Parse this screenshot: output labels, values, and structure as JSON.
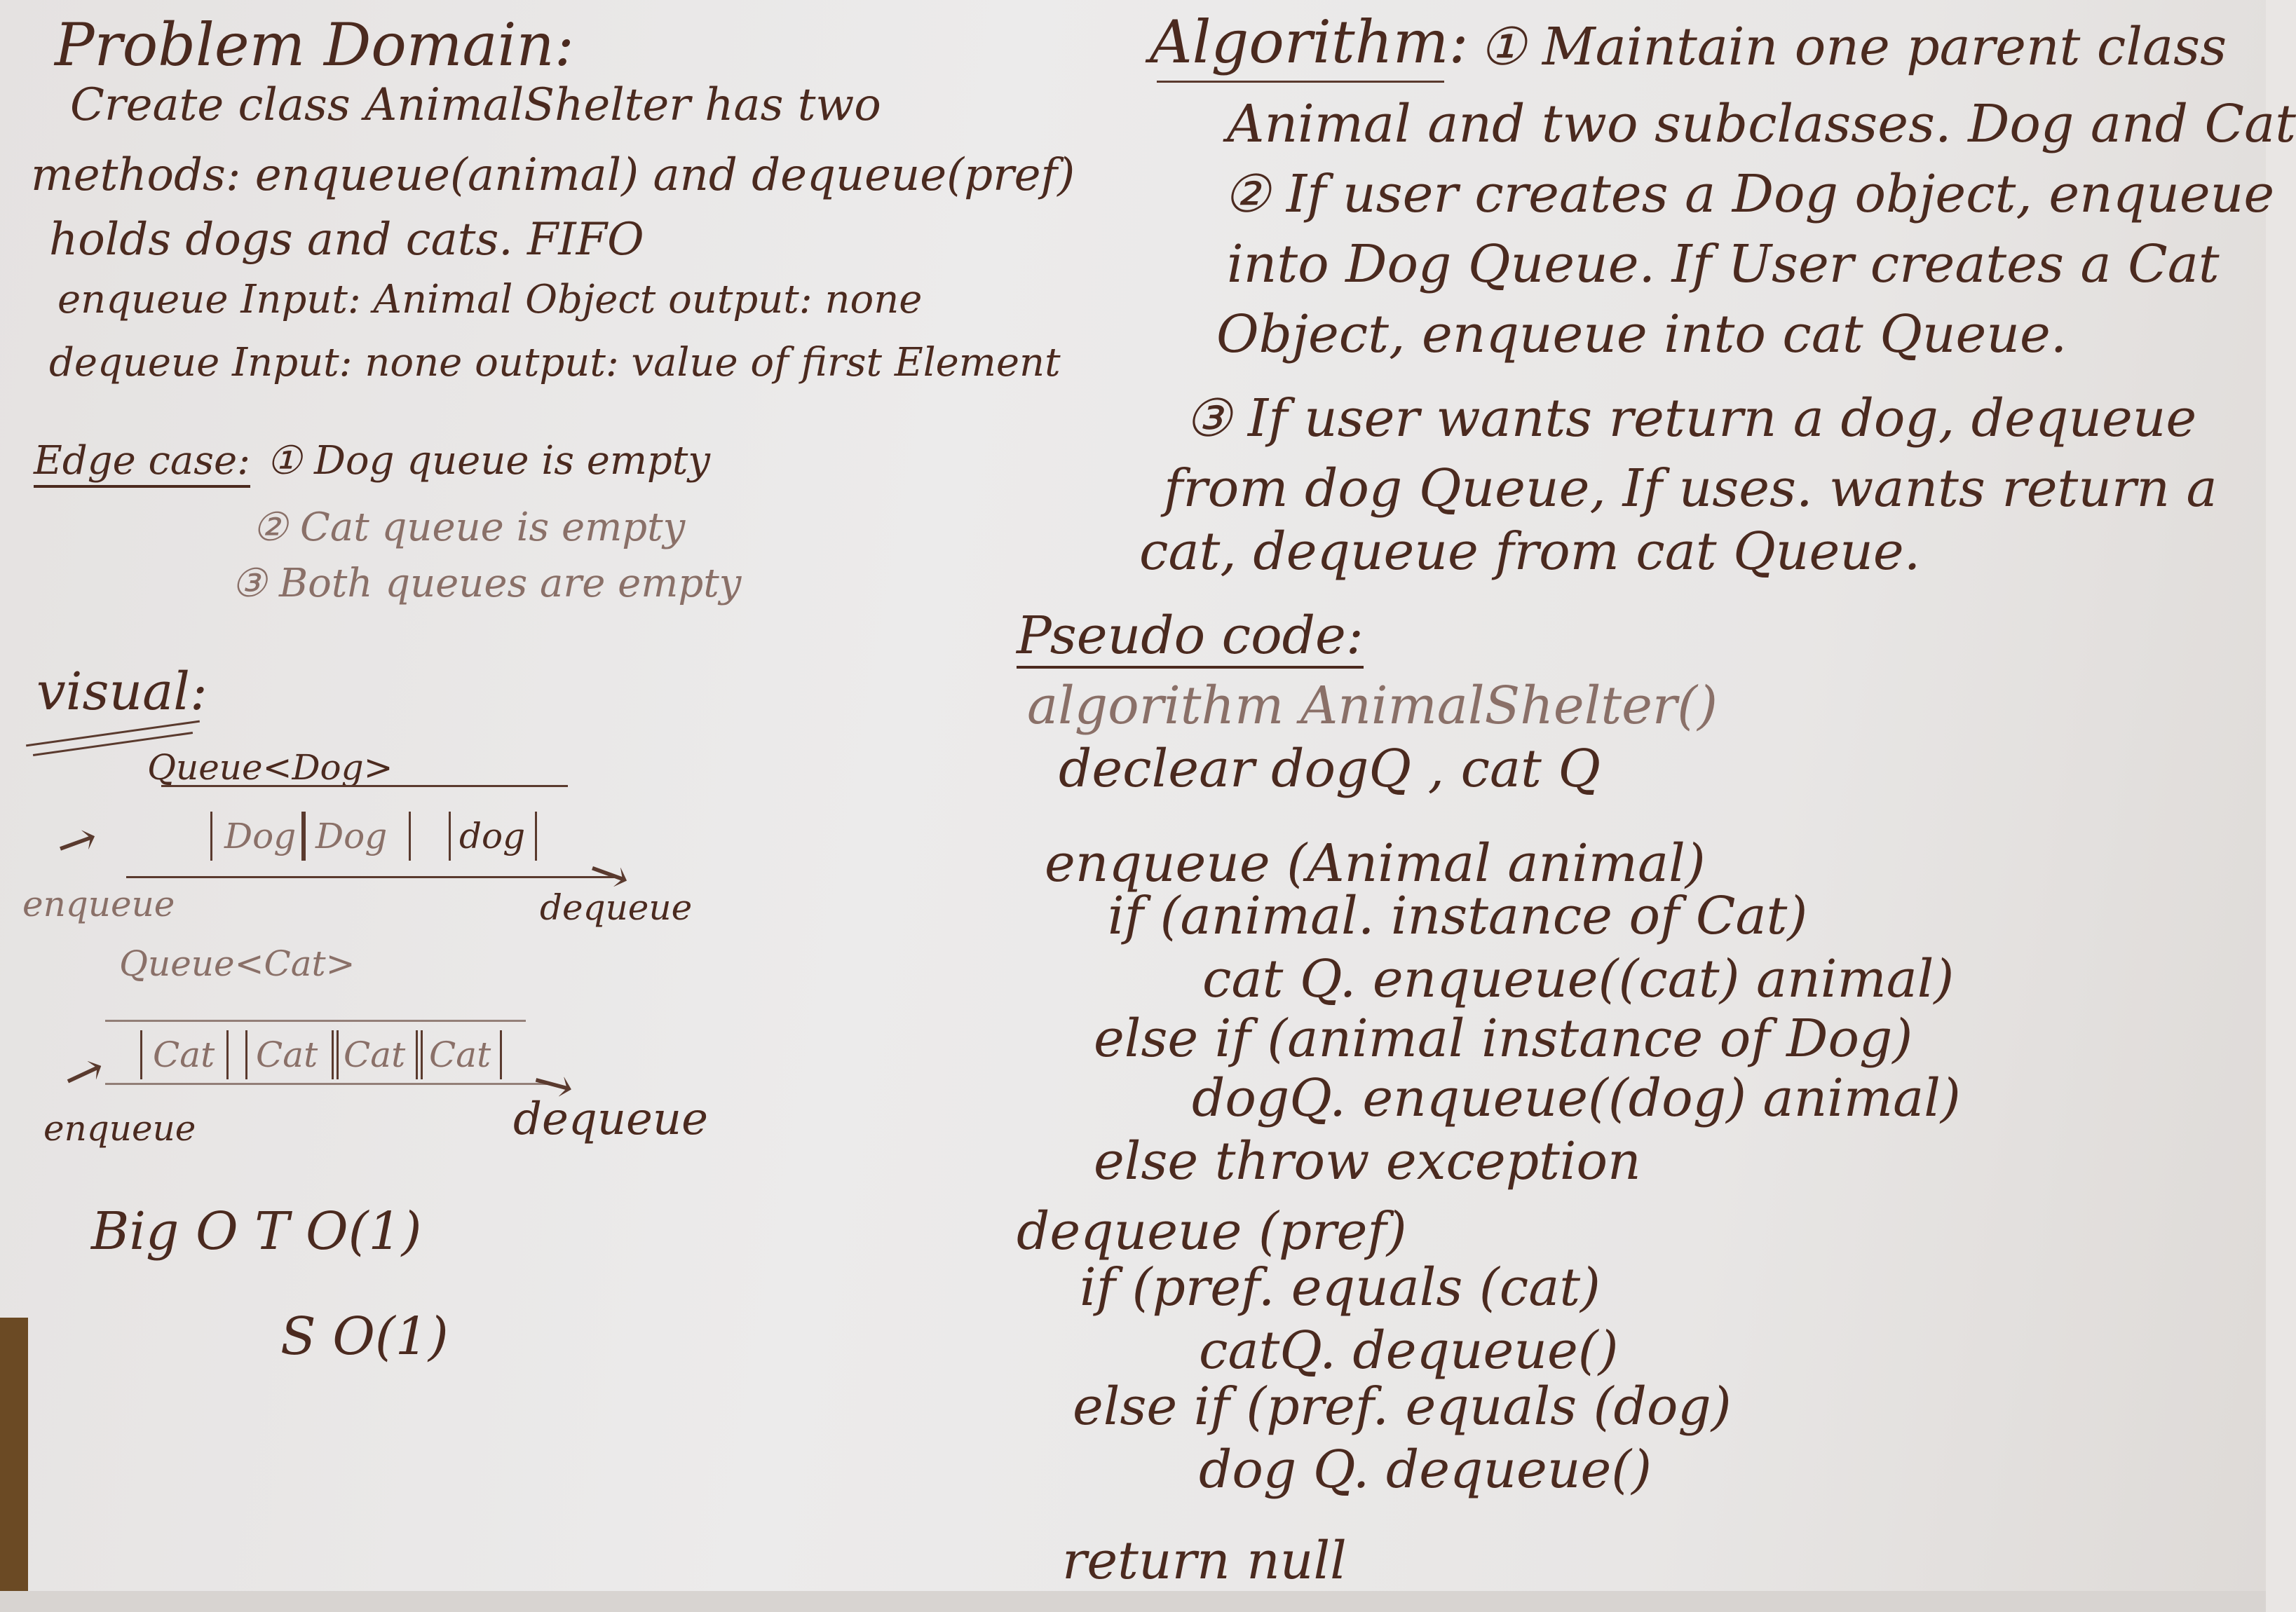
{
  "problem_domain": {
    "heading": "Problem Domain:",
    "lines": [
      "Create class AnimalShelter has two",
      "methods: enqueue(animal) and dequeue(pref)",
      "holds dogs and cats. FIFO",
      "enqueue Input: Animal Object  output: none",
      "dequeue Input: none    output: value of first Element"
    ]
  },
  "edge_case": {
    "heading": "Edge case:",
    "items": [
      "① Dog queue is empty",
      "② Cat queue is empty",
      "③ Both queues are empty"
    ]
  },
  "visual": {
    "heading": "visual:",
    "dog_queue": {
      "label": "Queue<Dog>",
      "cells": [
        "Dog",
        "Dog",
        "dog"
      ],
      "enqueue_label": "enqueue",
      "dequeue_label": "dequeue"
    },
    "cat_queue": {
      "label": "Queue<Cat>",
      "cells": [
        "Cat",
        "Cat",
        "Cat",
        "Cat"
      ],
      "enqueue_label": "enqueue",
      "dequeue_label": "dequeue"
    },
    "big_o_time": "Big O  T O(1)",
    "big_o_space": "S O(1)"
  },
  "algorithm": {
    "heading": "Algorithm:",
    "lines": [
      "① Maintain one parent class",
      "Animal and two subclasses. Dog and Cat",
      "② If user creates a Dog object, enqueue",
      "into Dog Queue. If User creates a Cat",
      "Object, enqueue into cat Queue.",
      "③ If user wants return a dog, dequeue",
      "from dog Queue, If uses. wants return a",
      "cat, dequeue from cat Queue."
    ]
  },
  "pseudocode": {
    "heading": "Pseudo code:",
    "lines": [
      "algorithm AnimalShelter()",
      "declear dogQ , cat Q",
      "enqueue (Animal animal)",
      "if (animal. instance of Cat)",
      "cat Q. enqueue((cat) animal)",
      "else if (animal instance of Dog)",
      "dogQ. enqueue((dog) animal)",
      "else throw exception",
      "dequeue (pref)",
      "if (pref. equals (cat)",
      "catQ. dequeue()",
      "else if (pref. equals (dog)",
      "dog Q. dequeue()",
      "return null"
    ]
  }
}
